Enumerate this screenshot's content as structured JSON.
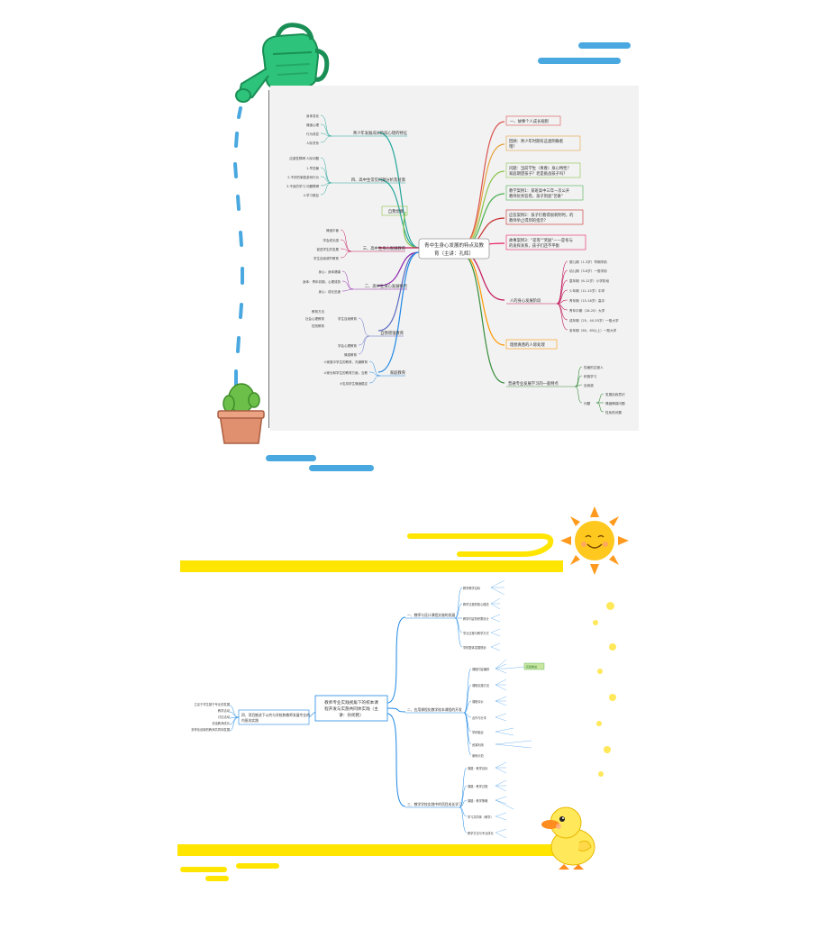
{
  "mindmap_1": {
    "center": {
      "line1": "青中生身心发展的特点及教",
      "line2": "育（主讲：孔辉）"
    },
    "right_branches": [
      {
        "label": "一、故事个人成长规则",
        "color": "#d9534f"
      },
      {
        "label": "回顾：青少年时期有这类明确者",
        "label2": "哦？",
        "color": "#e6a23c"
      },
      {
        "label": "问题：当前学生（青春）身心特性？",
        "label2": "家庭期望孩子？老是挑战孩子吗？",
        "color": "#8bc34a"
      },
      {
        "label": "教学案例1：某班高中三年一次公开",
        "label2": "教师优秀答卷，孩子到底\"苦难\"",
        "color": "#4caf50"
      },
      {
        "label": "应答案例2：孩子们看得很刺明时，的",
        "label2": "教师举止得到的指示？",
        "color": "#c62828"
      },
      {
        "label": "故事案例3：\"差等\"\"奖励\"——是冬与",
        "label2": "的发挥关系，孩子们还不平衡",
        "color": "#e91e63"
      },
      {
        "label": "人的身心发展阶段",
        "color": "#c2185b"
      },
      {
        "label": "理想真善的人际处理",
        "color": "#ff9800"
      },
      {
        "label": "普通专业发展学习的一般特点",
        "color": "#388e3c"
      }
    ],
    "stage_items": [
      "婴儿期（1-3岁）早期学前",
      "幼儿期（3-6岁）一般学前",
      "童年期（6-12岁）小学阶段",
      "少年期（11-15岁）中学",
      "青年期（15-18岁）高中",
      "青年中期（18-25）大学",
      "成年期（25、40-55岁）一般大学",
      "老年期（60、65以上）一般大学"
    ],
    "last_items": [
      "性格的过渡人",
      "积极学习",
      "自我感",
      "问题",
      "发展自我意识",
      "情绪情感问题",
      "性危机问题"
    ],
    "left_branches": [
      {
        "label": "青少年发展成长阶段心理的特征",
        "color": "#26a69a",
        "items": [
          "身体变化",
          "情绪心理",
          "行为改变",
          "人际关系"
        ]
      },
      {
        "label": "四、高中生常见问题分析及对策",
        "color": "#26a69a",
        "items": [
          "应激性障碍 人际问题",
          "1.早恋暴",
          "2.不好的家庭游戏行为",
          "3.不良的学习 问题障碍",
          "4.学习倦怠"
        ]
      },
      {
        "label": "自我觉察",
        "color": "#8bc34a",
        "items": []
      },
      {
        "label": "三、高中生身心发展教育",
        "color": "#c2185b",
        "items": [
          "情绪平衡",
          "学会成长感",
          "促进学生的发展",
          "学生自我调节教育"
        ]
      },
      {
        "label": "二、高中生身心发展特点",
        "color": "#8e24aa",
        "items": [
          "身心：身体健康",
          "身体：青年初期，心理成熟",
          "身心：成长迅速"
        ]
      },
      {
        "label": "自我增强教育",
        "color": "#5c6bc0",
        "items": [
          "学生自我教育",
          "学会心理教育",
          "情感教育",
          "教育方法",
          "社会心理教育",
          "性别教育"
        ]
      },
      {
        "label": "家庭教育",
        "color": "#1e88e5",
        "items": [
          "①家庭中学生的教育，沟通教育",
          "②家长和学生的教育方面，互教",
          "③支持学生情绪稳定"
        ]
      }
    ]
  },
  "mindmap_2": {
    "center": {
      "line1": "教师专业实践视角下的校本课",
      "line2": "程开发与实施共同体实践（主",
      "line3": "讲：孙闵民）"
    },
    "left_node": {
      "line1": "四、项目推进下公共与学校和教师发展专业的",
      "line2": "内驱向实践"
    },
    "left_items": [
      "立足于学生基于专业的发展",
      "教学活动",
      "讨论活动",
      "总结教师成长",
      "多样化创新的教师共同体发展"
    ],
    "branches": [
      {
        "label": "一、教师与设计课程实施的发展",
        "color": "#1e88e5"
      },
      {
        "label": "二、应用课程化教学校本课程的开发",
        "color": "#1e88e5"
      },
      {
        "label": "三、教学学校实践中的项目成长学习",
        "color": "#1e88e5"
      }
    ],
    "sub1": [
      "教学教学目标",
      "教学过程的核心理念",
      "教学内容的积累设计",
      "学业过程与教学方式",
      "学校整体发展规划"
    ],
    "sub2": [
      "课程内容编排",
      "课程实施方法",
      "课程评价",
      "合作与分享",
      "学科融合",
      "资源利用",
      "案例示范"
    ],
    "sub3": [
      "课题：教学目标",
      "课题：教学过程",
      "课题：教学策略",
      "学习共同体（教学）",
      "教学方法与专业成长"
    ],
    "tag": "实践推进"
  },
  "colors": {
    "blue_pill": "#4aa8e0",
    "yellow": "#ffe500",
    "watering_can": "#2ec37a",
    "pot": "#e0906e",
    "cactus": "#6cc04a",
    "sun": "#ffc81e",
    "duck": "#ffe85a"
  }
}
